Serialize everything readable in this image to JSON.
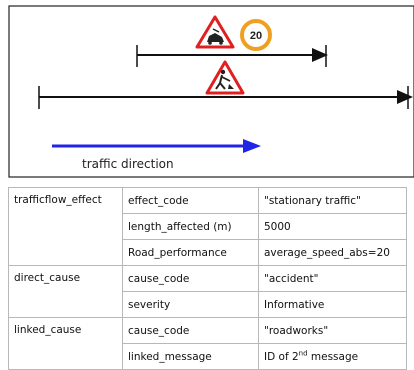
{
  "diagram": {
    "speed_limit": "20",
    "direction_label": "traffic direction",
    "colors": {
      "arrow_blue": "#1f24e8",
      "speed_ring": "#f0a020",
      "warning_red": "#e02020",
      "frame": "#222222"
    },
    "icons": [
      "car-crash-warning-icon",
      "speed-limit-sign",
      "roadworks-warning-icon"
    ]
  },
  "table": {
    "groups": [
      {
        "name": "trafficflow_effect",
        "rows": [
          {
            "key": "effect_code",
            "value": "\"stationary traffic\""
          },
          {
            "key": "length_affected (m)",
            "value": "5000"
          },
          {
            "key": "Road_performance",
            "value": "average_speed_abs=20"
          }
        ]
      },
      {
        "name": "direct_cause",
        "rows": [
          {
            "key": "cause_code",
            "value": "\"accident\""
          },
          {
            "key": "severity",
            "value": "Informative"
          }
        ]
      },
      {
        "name": "linked_cause",
        "rows": [
          {
            "key": "cause_code",
            "value": "\"roadworks\""
          },
          {
            "key": "linked_message",
            "value_prefix": "ID of 2",
            "value_sup": "nd",
            "value_suffix": " message"
          }
        ]
      }
    ]
  }
}
